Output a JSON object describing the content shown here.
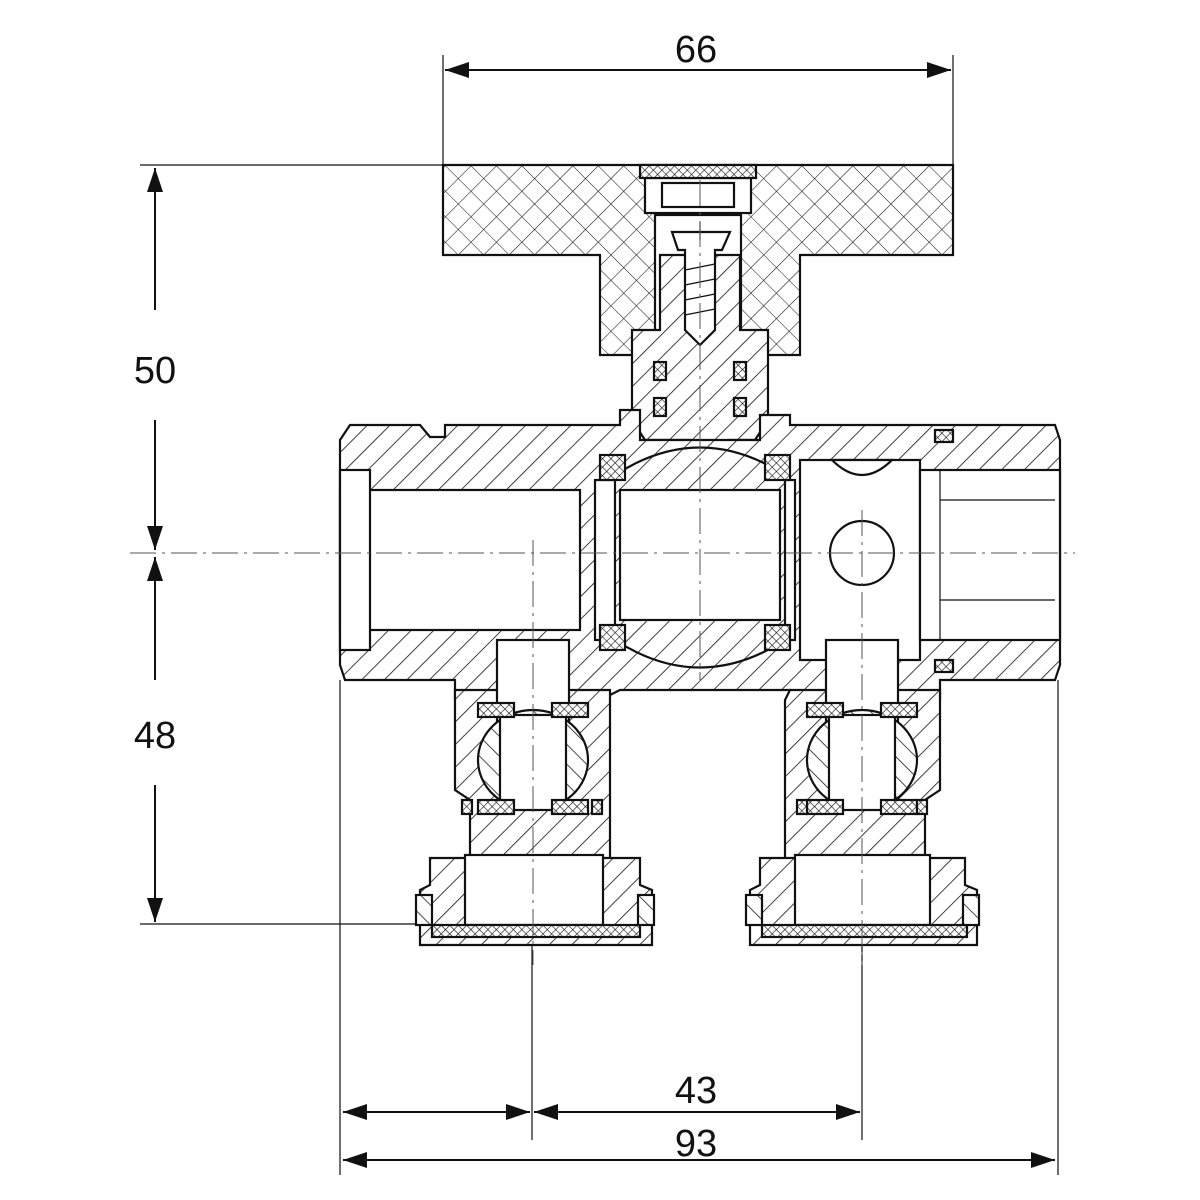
{
  "dimensions": {
    "top_width": "66",
    "upper_height": "50",
    "lower_height": "48",
    "outlet_spacing": "43",
    "overall_width": "93"
  },
  "colors": {
    "line": "#111111",
    "background": "#ffffff"
  }
}
